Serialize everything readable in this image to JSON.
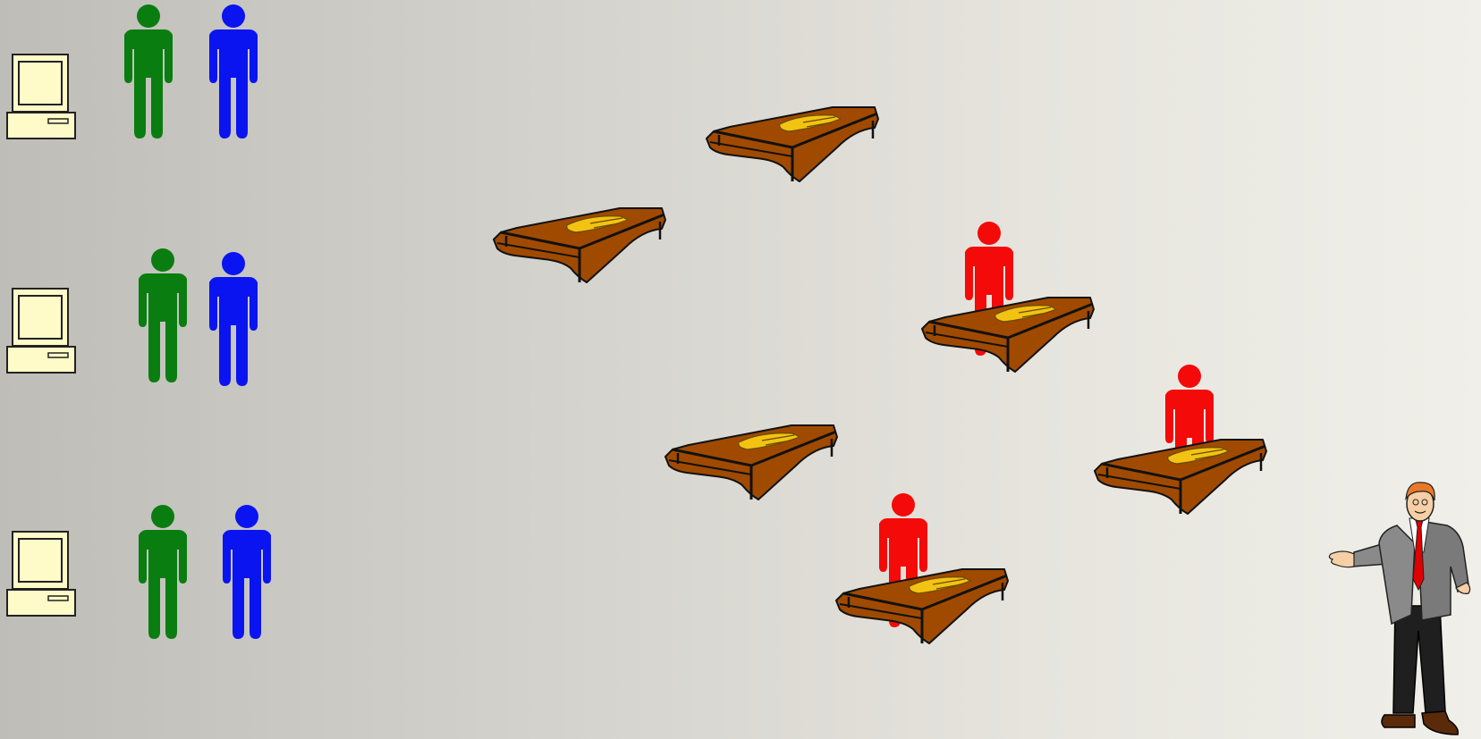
{
  "colors": {
    "group_a": "#0a7d10",
    "group_b": "#0a14f0",
    "seated": "#f50a0a",
    "desk_wood": "#a04a00",
    "desk_paper": "#f2c313",
    "computer": "#fffbc8"
  },
  "icons": {
    "computer": "computer-icon",
    "person": "person-icon",
    "desk": "desk-icon",
    "presenter": "presenter-figure"
  },
  "rows": [
    {
      "figures": [
        "group_a",
        "group_b"
      ]
    },
    {
      "figures": [
        "group_a",
        "group_b"
      ]
    },
    {
      "figures": [
        "group_a",
        "group_b"
      ]
    }
  ],
  "desks": [
    {
      "occupied": false
    },
    {
      "occupied": false
    },
    {
      "occupied": true
    },
    {
      "occupied": false
    },
    {
      "occupied": true
    },
    {
      "occupied": true
    }
  ]
}
